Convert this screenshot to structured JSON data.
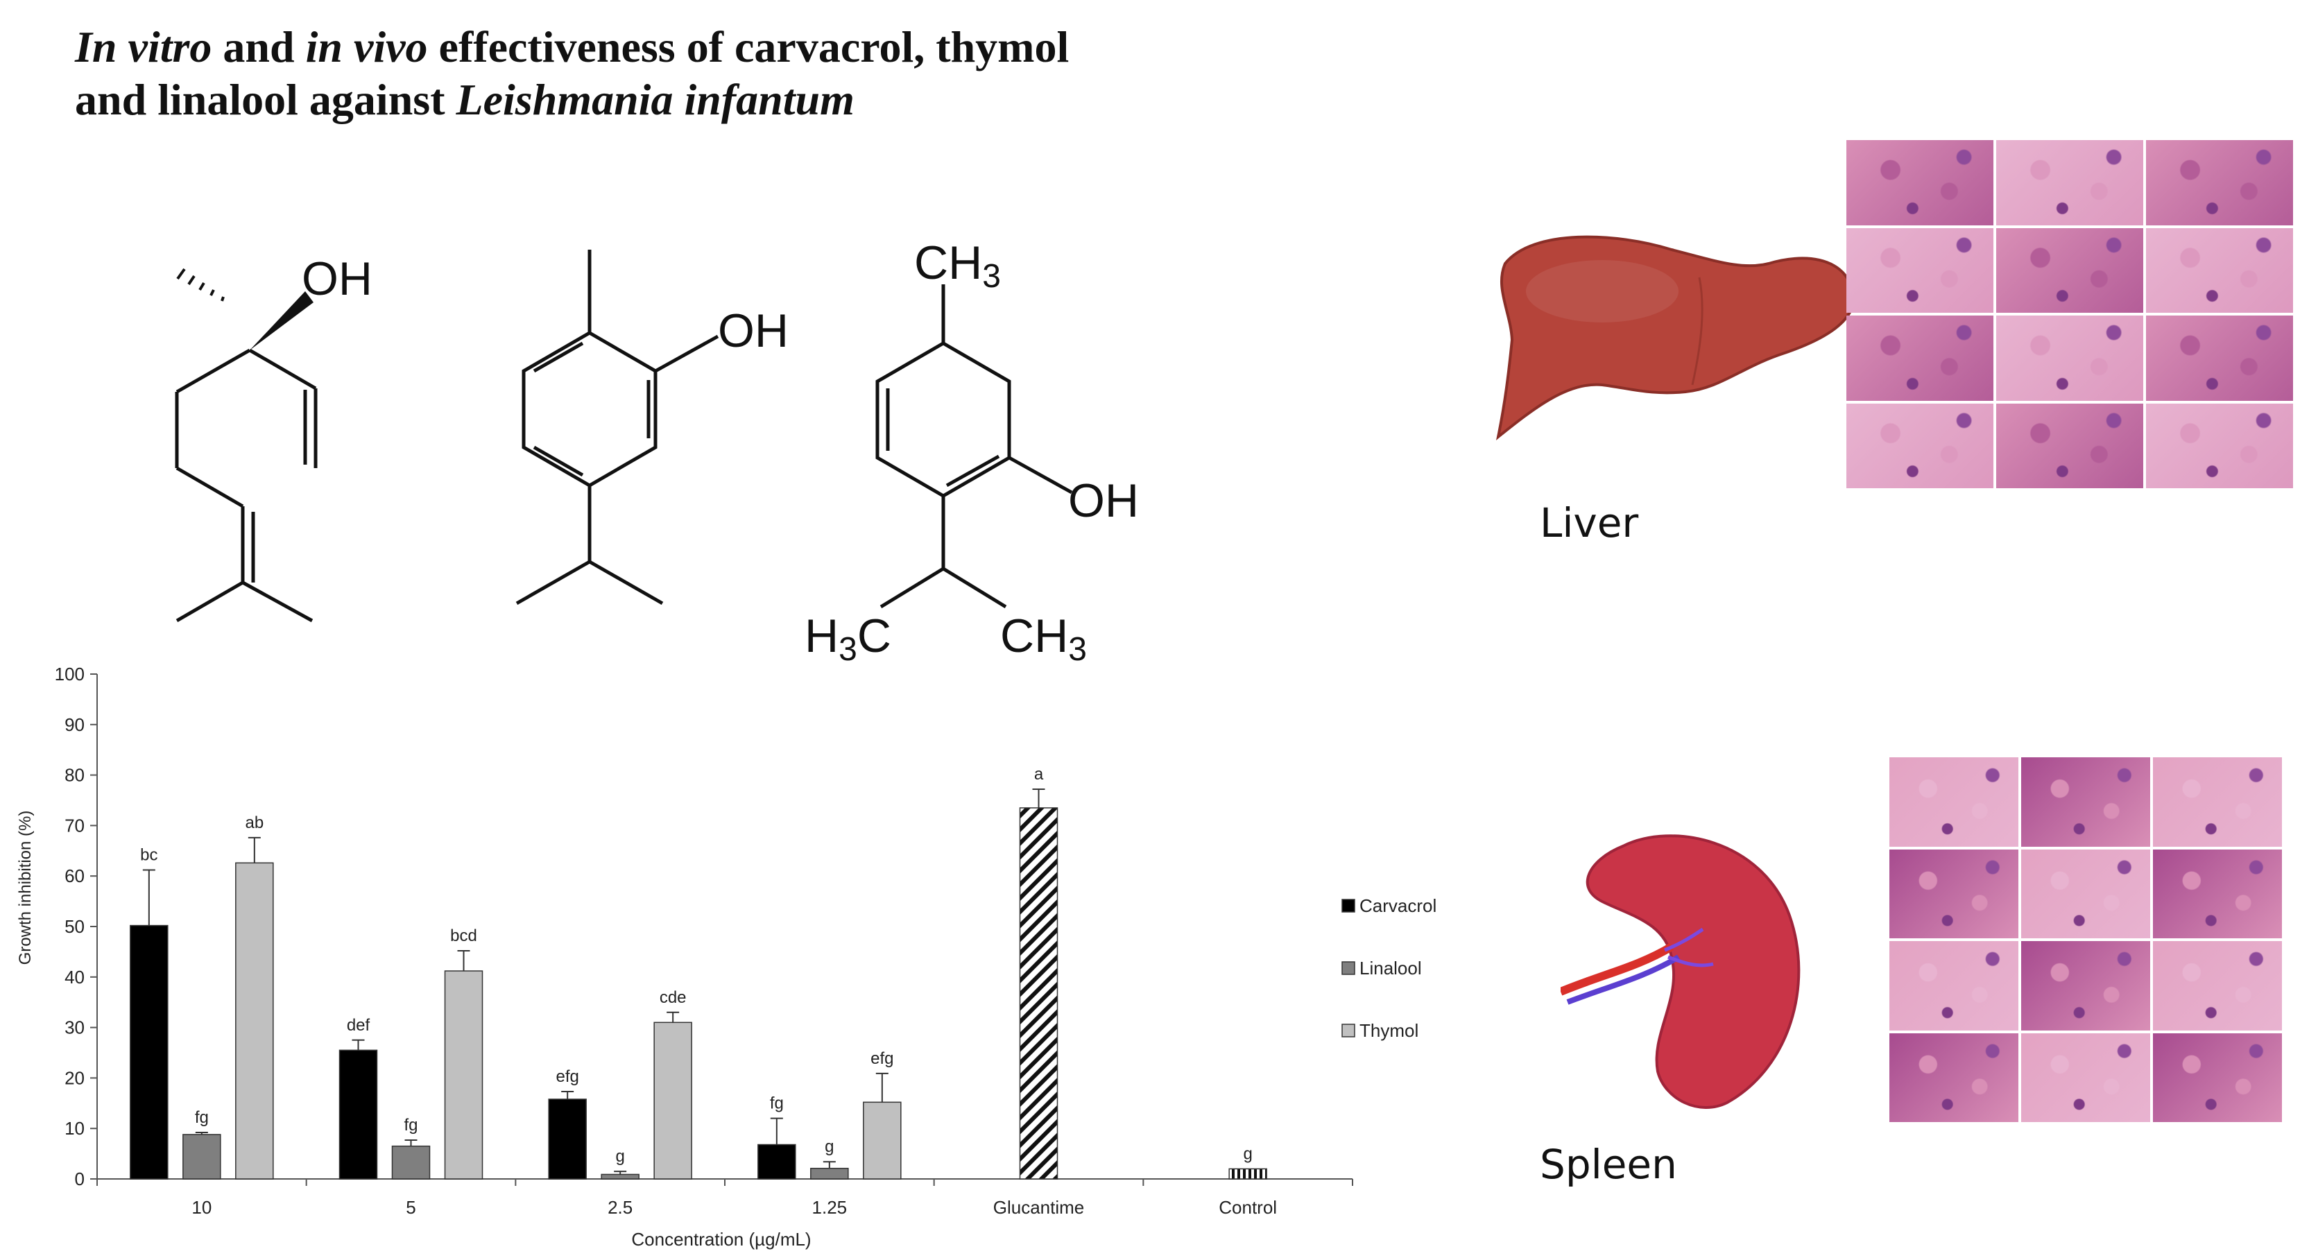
{
  "title": {
    "line1": [
      {
        "text": "In vitro",
        "italic": true
      },
      {
        "text": " and ",
        "italic": false
      },
      {
        "text": "in vivo",
        "italic": true
      },
      {
        "text": " effectiveness of carvacrol, thymol",
        "italic": false
      }
    ],
    "line2": [
      {
        "text": "and linalool against ",
        "italic": false
      },
      {
        "text": "Leishmania infantum",
        "italic": true
      }
    ]
  },
  "molecules": {
    "linalool": {
      "oh": "OH"
    },
    "carvacrol": {
      "oh": "OH"
    },
    "thymol": {
      "ch3": "CH",
      "ch3_sub": "3",
      "oh": "OH",
      "h3c_h": "H",
      "h3c_sub": "3",
      "h3c_c": "C",
      "ch3b": "CH",
      "ch3b_sub": "3"
    }
  },
  "chart_data": {
    "type": "bar",
    "categories": [
      "10",
      "5",
      "2.5",
      "1.25",
      "Glucantime",
      "Control"
    ],
    "xlabel": "Concentration (µg/mL)",
    "ylabel": "Growth inhibition (%)",
    "ylim": [
      0,
      100
    ],
    "yticks": [
      0,
      10,
      20,
      30,
      40,
      50,
      60,
      70,
      80,
      90,
      100
    ],
    "legend_position": "right",
    "series": [
      {
        "name": "Carvacrol",
        "color": "#000000",
        "values": [
          50.2,
          25.5,
          15.8,
          6.8,
          null,
          null
        ],
        "errors": [
          11,
          2,
          1.5,
          5.2,
          null,
          null
        ],
        "labels": [
          "bc",
          "def",
          "efg",
          "fg",
          null,
          null
        ]
      },
      {
        "name": "Linalool",
        "color": "#7f7f7f",
        "values": [
          8.8,
          6.5,
          0.9,
          2.1,
          null,
          null
        ],
        "errors": [
          0.4,
          1.2,
          0.6,
          1.3,
          null,
          null
        ],
        "labels": [
          "fg",
          "fg",
          "g",
          "g",
          null,
          null
        ]
      },
      {
        "name": "Thymol",
        "color": "#c0c0c0",
        "values": [
          62.6,
          41.2,
          31,
          15.2,
          null,
          null
        ],
        "errors": [
          5,
          4,
          2,
          5.7,
          null,
          null
        ],
        "labels": [
          "ab",
          "bcd",
          "cde",
          "efg",
          null,
          null
        ]
      }
    ],
    "single_bars": [
      {
        "category": "Glucantime",
        "value": 73.5,
        "error": 3.7,
        "label": "a",
        "pattern": "diagonal-hatch"
      },
      {
        "category": "Control",
        "value": 2,
        "error": 0,
        "label": "g",
        "pattern": "vertical-stripes"
      }
    ]
  },
  "organs": {
    "liver": {
      "label": "Liver",
      "color": "#b5443a"
    },
    "spleen": {
      "label": "Spleen",
      "color": "#c93447"
    },
    "histology_colors": [
      "#d98fb6",
      "#e3a3c3",
      "#b45d98",
      "#e8b3d0",
      "#a74b8f",
      "#dd99bf"
    ]
  }
}
